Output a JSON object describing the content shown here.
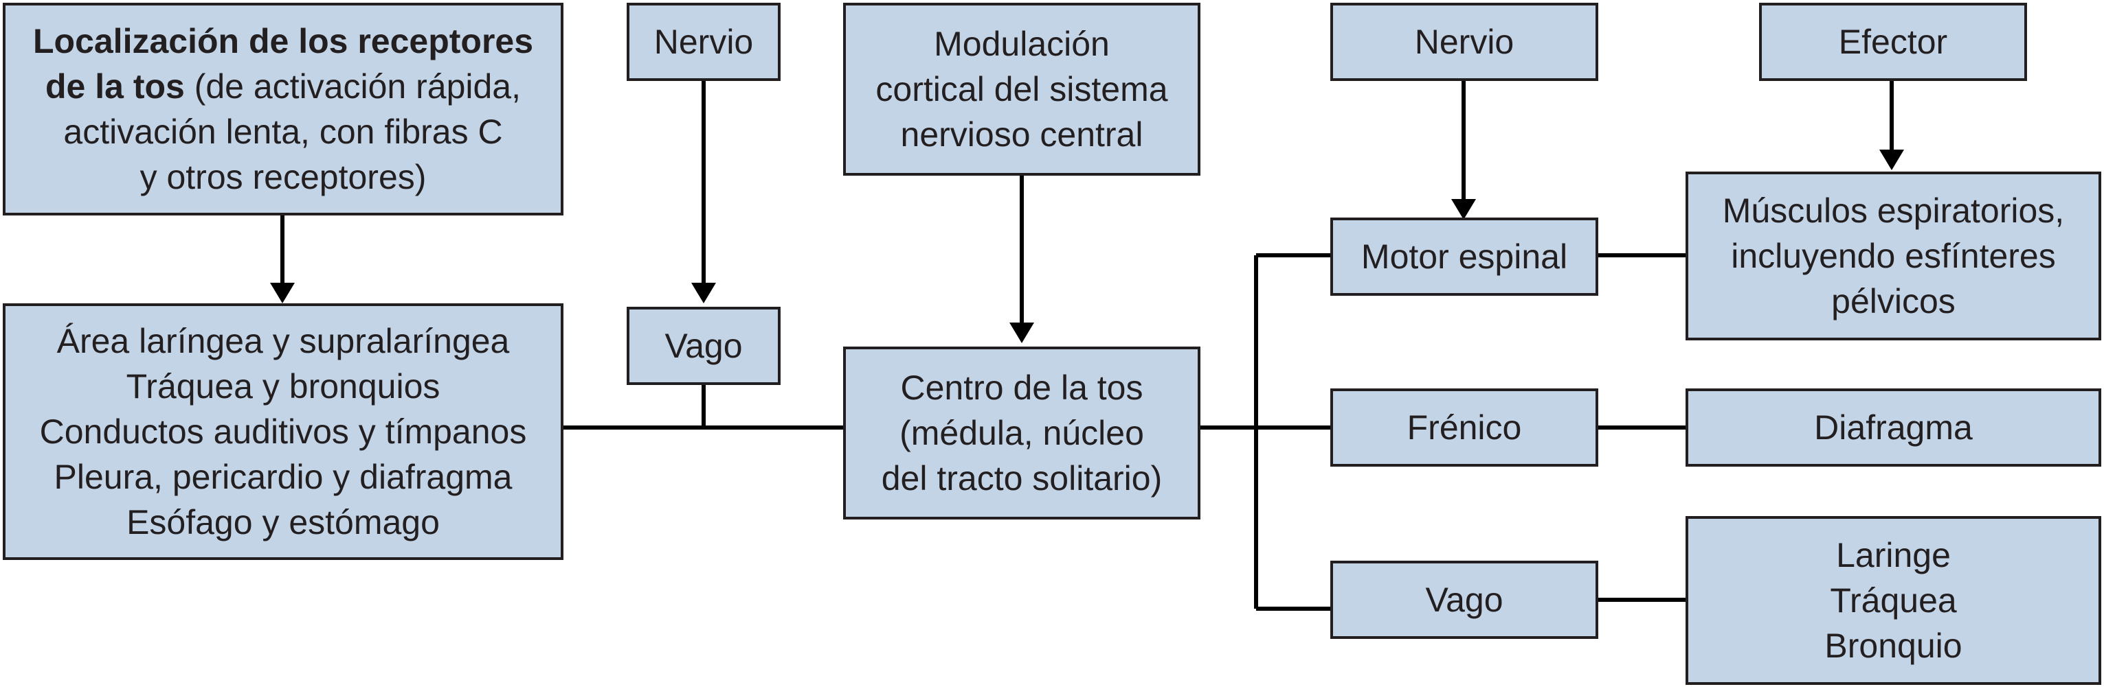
{
  "receptors": {
    "title_bold": "Localización de los receptores",
    "line2_bold": "de la tos",
    "line2_rest": " (de activación rápida,",
    "line3": "activación lenta, con fibras C",
    "line4": "y otros receptores)"
  },
  "areas": [
    "Área laríngea y supralaríngea",
    "Tráquea y bronquios",
    "Conductos auditivos y tímpanos",
    "Pleura, pericardio y diafragma",
    "Esófago y estómago"
  ],
  "afferent": {
    "header": "Nervio",
    "nerve": "Vago"
  },
  "modulation": [
    "Modulación",
    "cortical del sistema",
    "nervioso central"
  ],
  "center": [
    "Centro de la tos",
    "(médula, núcleo",
    "del tracto solitario)"
  ],
  "efferent_header": "Nervio",
  "efferent_nerves": [
    "Motor espinal",
    "Frénico",
    "Vago"
  ],
  "effector_header": "Efector",
  "effectors": {
    "muscles": [
      "Músculos espiratorios,",
      "incluyendo esfínteres",
      "pélvicos"
    ],
    "diaphragm": "Diafragma",
    "airway": [
      "Laringe",
      "Tráquea",
      "Bronquio"
    ]
  }
}
